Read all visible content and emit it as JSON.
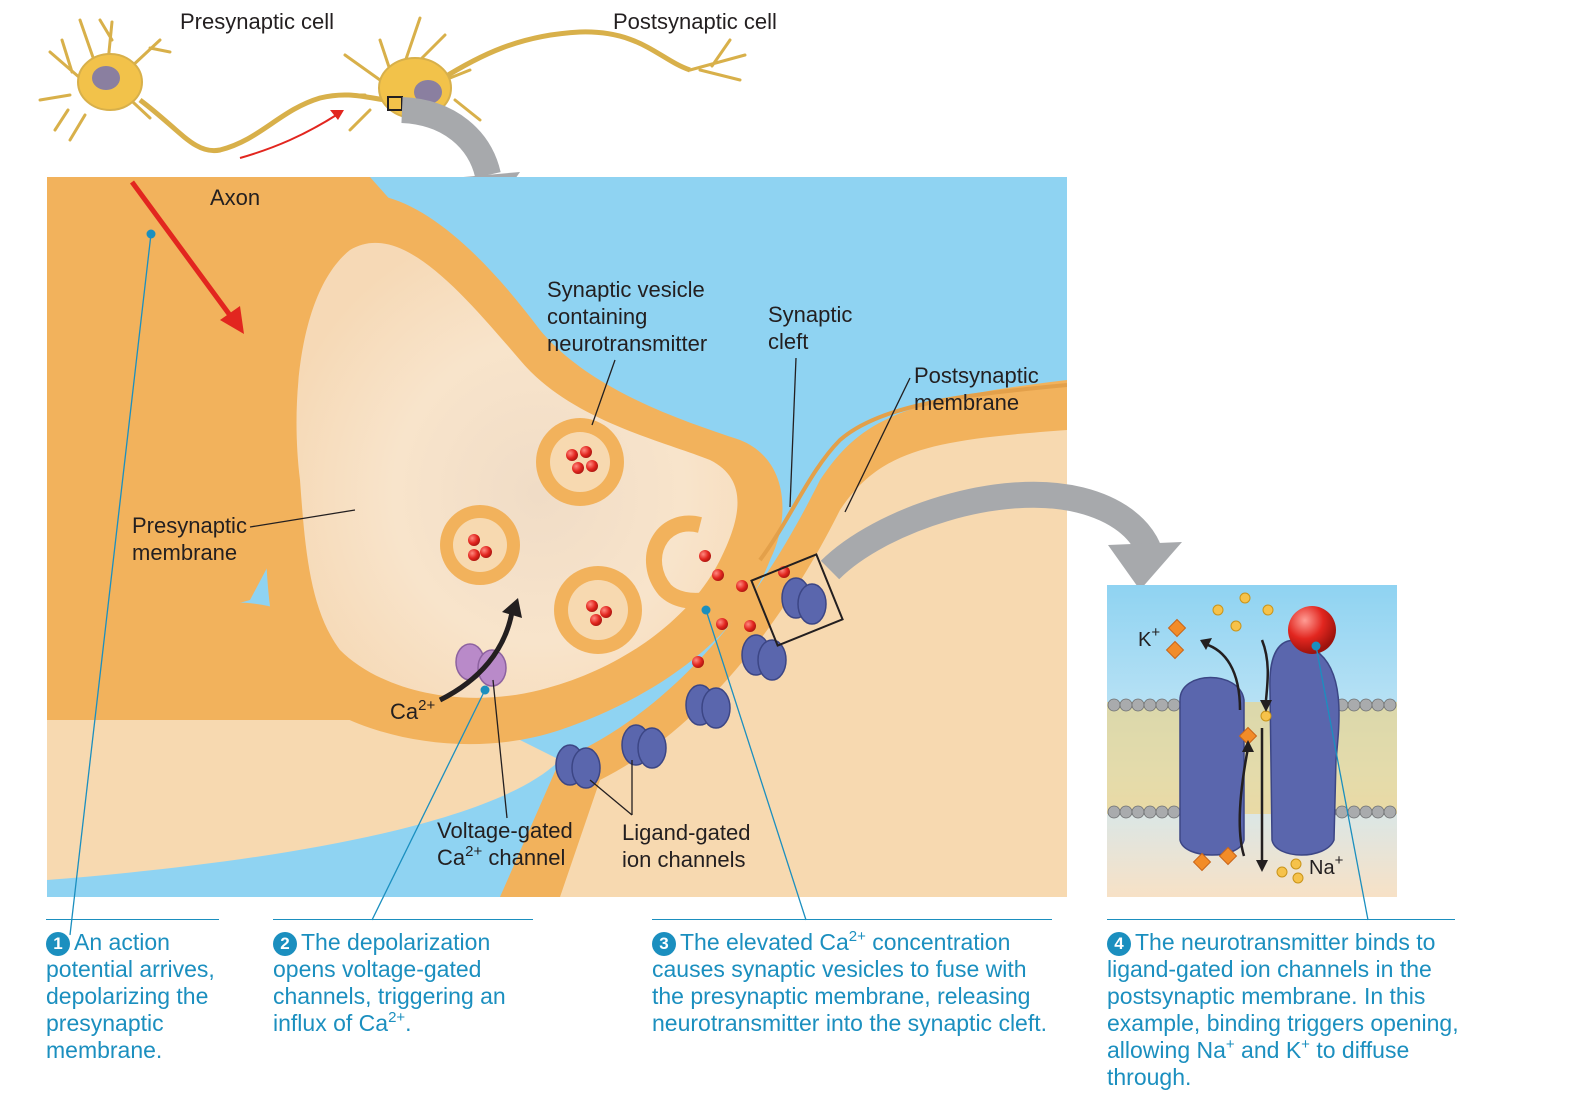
{
  "labels": {
    "presynaptic_cell": "Presynaptic cell",
    "postsynaptic_cell": "Postsynaptic cell",
    "axon": "Axon",
    "synaptic_vesicle": [
      "Synaptic vesicle",
      "containing",
      "neurotransmitter"
    ],
    "synaptic_cleft": [
      "Synaptic",
      "cleft"
    ],
    "postsynaptic_membrane": [
      "Postsynaptic",
      "membrane"
    ],
    "presynaptic_membrane": [
      "Presynaptic",
      "membrane"
    ],
    "ca_ion": {
      "base": "Ca",
      "sup": "2+"
    },
    "voltage_gated": {
      "line1": "Voltage-gated",
      "line2_base": "Ca",
      "line2_sup": "2+",
      "line2_rest": " channel"
    },
    "ligand_gated": [
      "Ligand-gated",
      "ion channels"
    ],
    "k_ion": {
      "base": "K",
      "sup": "+"
    },
    "na_ion": {
      "base": "Na",
      "sup": "+"
    }
  },
  "steps": [
    {
      "number": "1",
      "text": "An action potential arrives, depolarizing the presynaptic membrane."
    },
    {
      "number": "2",
      "text": "The depolarization opens voltage-gated channels, triggering an influx of Ca2+."
    },
    {
      "number": "3",
      "text": "The elevated Ca2+ concentration causes synaptic vesicles to fuse with the presynaptic membrane, releasing neurotransmitter into the synaptic cleft."
    },
    {
      "number": "4",
      "text": "The neurotransmitter binds to ligand-gated ion channels in the postsynaptic membrane. In this example, binding triggers opening, allowing Na+ and K+ to diffuse through."
    }
  ],
  "colors": {
    "fluid": "#8fd3f2",
    "cell_body": "#f2b25c",
    "cell_inner": "#f7d9b0",
    "channel": "#5a66ad",
    "ca_channel": "#b98ac9",
    "neurotransmitter": "#e2261f",
    "callout": "#1b8fbf",
    "arrow_red": "#e2261f",
    "arrow_gray": "#a7a9ac"
  }
}
